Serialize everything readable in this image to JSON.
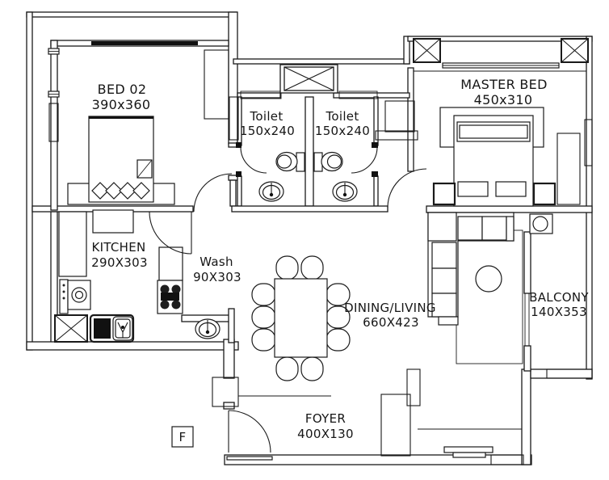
{
  "rooms": {
    "bed02": {
      "name": "BED 02",
      "dims": "390x360"
    },
    "toilet1": {
      "name": "Toilet",
      "dims": "150x240"
    },
    "toilet2": {
      "name": "Toilet",
      "dims": "150x240"
    },
    "master": {
      "name": "MASTER BED",
      "dims": "450x310"
    },
    "kitchen": {
      "name": "KITCHEN",
      "dims": "290X303"
    },
    "wash": {
      "name": "Wash",
      "dims": "90X303"
    },
    "dining": {
      "name": "DINING/LIVING",
      "dims": "660X423"
    },
    "balcony": {
      "name": "BALCONY",
      "dims": "140X353"
    },
    "foyer": {
      "name": "FOYER",
      "dims": "400X130"
    }
  },
  "markers": {
    "foyer_door": "F"
  },
  "colors": {
    "line": "#1a1a1a",
    "background": "#ffffff"
  }
}
